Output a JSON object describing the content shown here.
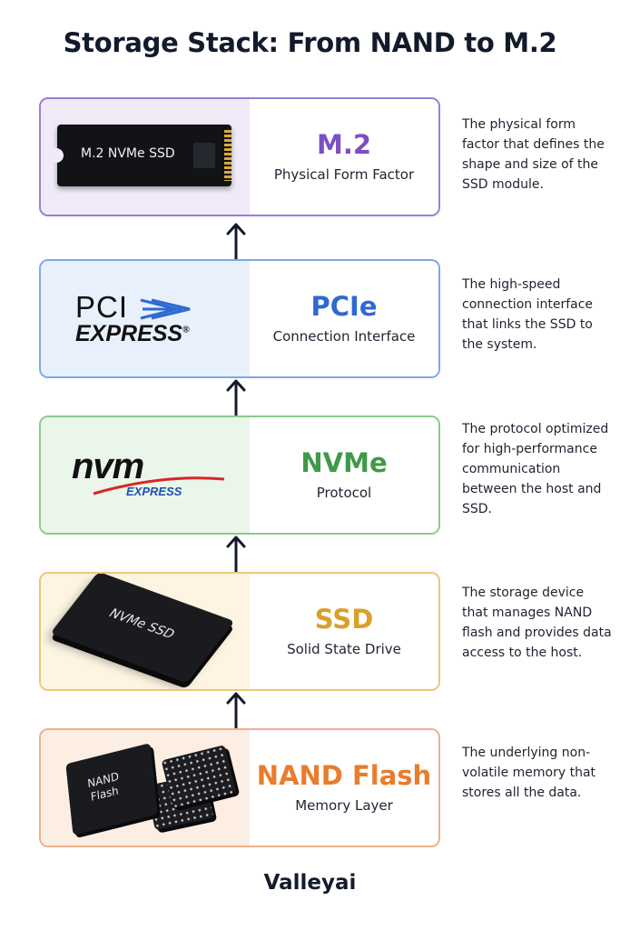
{
  "title": "Storage Stack: From NAND to M.2",
  "brand": "Valleyai",
  "colors": {
    "m2": "#7b4fc6",
    "pcie": "#2f6ad0",
    "nvme": "#3f9a48",
    "ssd": "#d9a12a",
    "nand": "#ea7c2c",
    "arrow": "#121a2c"
  },
  "layers": [
    {
      "name": "M.2",
      "subtitle": "Physical Form Factor",
      "image_text": "M.2 NVMe SSD",
      "description": "The physical form factor that defines the shape and size of the SSD module."
    },
    {
      "name": "PCIe",
      "subtitle": "Connection Interface",
      "logo_top": "PCI",
      "logo_bottom": "EXPRESS",
      "logo_mark": "®",
      "description": "The high-speed connection interface that links the SSD to the system."
    },
    {
      "name": "NVMe",
      "subtitle": "Protocol",
      "logo_top": "nvm",
      "logo_bottom": "EXPRESS",
      "description": "The protocol optimized for high-performance communication between the host and SSD."
    },
    {
      "name": "SSD",
      "subtitle": "Solid State Drive",
      "image_text": "NVMe SSD",
      "description": "The storage device that manages NAND flash and provides data access to the host."
    },
    {
      "name": "NAND Flash",
      "subtitle": "Memory Layer",
      "image_text_line1": "NAND",
      "image_text_line2": "Flash",
      "description": "The underlying non-volatile memory that stores all the data."
    }
  ],
  "icons": {
    "arrow": "arrow-up-icon"
  }
}
